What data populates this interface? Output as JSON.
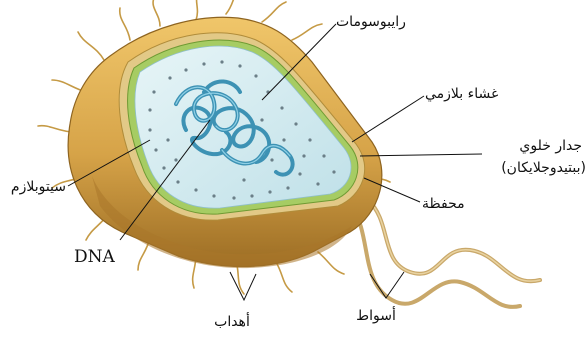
{
  "diagram": {
    "labels": {
      "ribosomes": "رايبوسومات",
      "plasma_membrane": "غشاء بلازمي",
      "cell_wall_line1": "جدار خلوي",
      "cell_wall_line2": "(ببتيدوجلايكان)",
      "capsule": "محفظة",
      "cytoplasm": "سيتوبلازم",
      "dna": "DNA",
      "pili": "أهداب",
      "flagella": "أسواط"
    },
    "colors": {
      "capsule": "#d8a94b",
      "capsule_shadow": "#a9772a",
      "cell_wall": "#c9b06a",
      "membrane": "#8dbb4f",
      "cytoplasm": "#d6edf1",
      "dna": "#3d92b4",
      "leader_line": "#111111"
    }
  }
}
